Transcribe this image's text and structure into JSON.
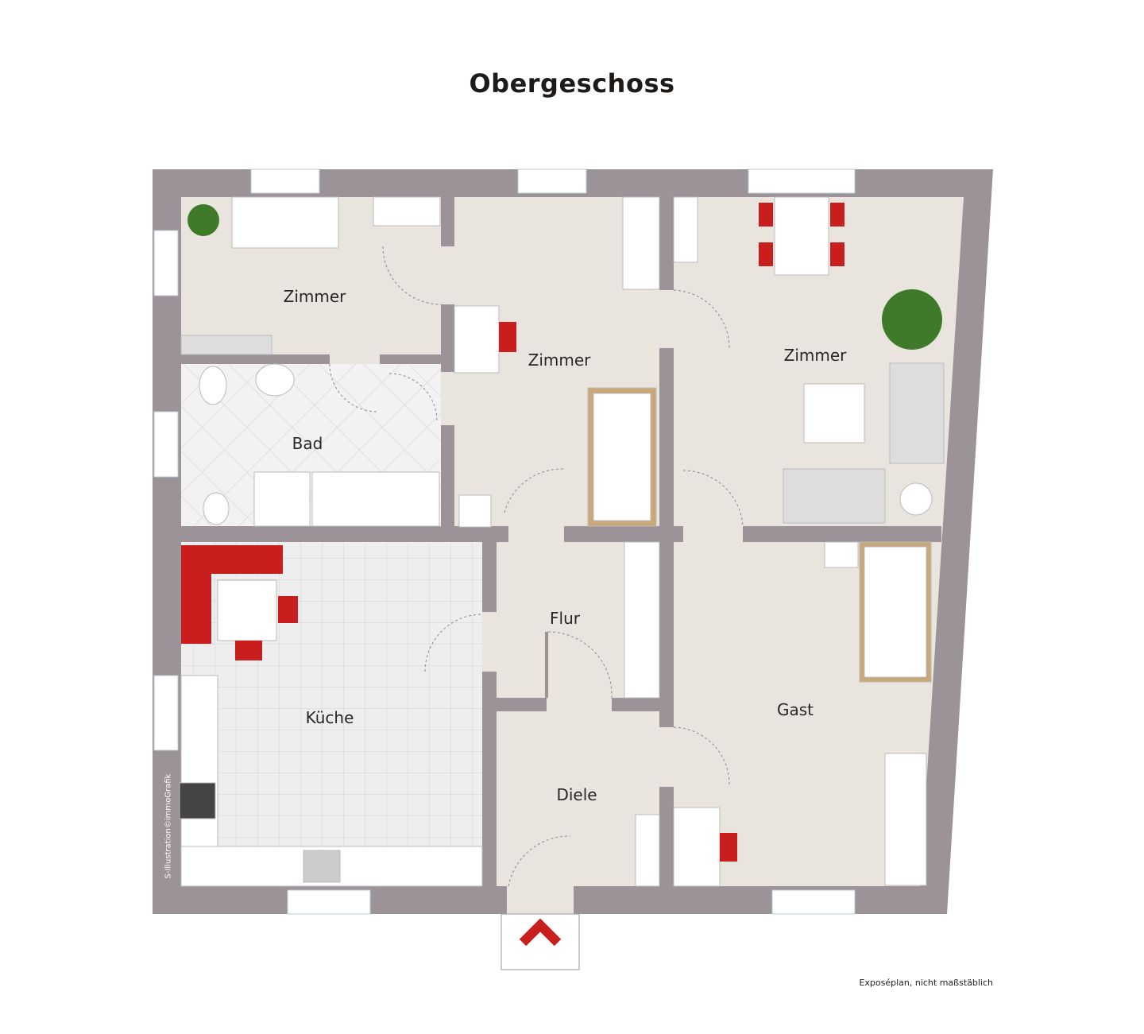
{
  "title": "Obergeschoss",
  "note": "Exposéplan, nicht maßstäblich",
  "credit": "S-Illustration©immoGrafik",
  "colors": {
    "wall": "#9b9397",
    "floor": "#e9e5de",
    "accent": "#c81e1e",
    "tile": "#f1f1f1"
  },
  "rooms": [
    {
      "name": "Zimmer"
    },
    {
      "name": "Zimmer"
    },
    {
      "name": "Zimmer"
    },
    {
      "name": "Bad"
    },
    {
      "name": "Küche"
    },
    {
      "name": "Flur"
    },
    {
      "name": "Diele"
    },
    {
      "name": "Gast"
    }
  ]
}
